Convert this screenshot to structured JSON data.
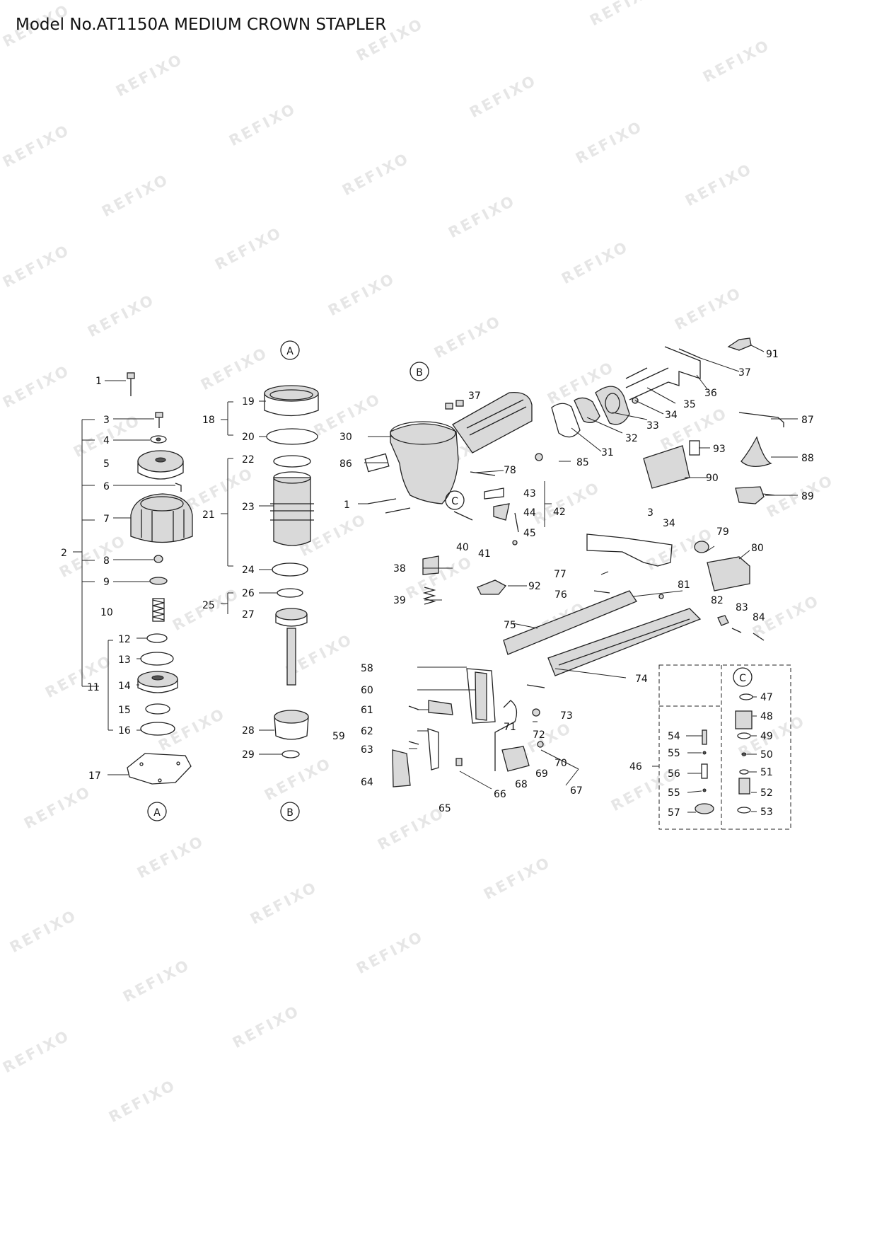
{
  "title": "Model No.AT1150A MEDIUM CROWN STAPLER",
  "watermark": "REFIXO",
  "callouts": {
    "A": "A",
    "B": "B",
    "C": "C"
  },
  "part_labels": {
    "p1": "1",
    "p2": "2",
    "p3": "3",
    "p4": "4",
    "p5": "5",
    "p6": "6",
    "p7": "7",
    "p8": "8",
    "p9": "9",
    "p10": "10",
    "p11": "11",
    "p12": "12",
    "p13": "13",
    "p14": "14",
    "p15": "15",
    "p16": "16",
    "p17": "17",
    "p18": "18",
    "p19": "19",
    "p20": "20",
    "p21": "21",
    "p22": "22",
    "p23": "23",
    "p24": "24",
    "p25": "25",
    "p26": "26",
    "p27": "27",
    "p28": "28",
    "p29": "29",
    "p30": "30",
    "p31": "31",
    "p32": "32",
    "p33": "33",
    "p34": "34",
    "p35": "35",
    "p36": "36",
    "p37": "37",
    "p38": "38",
    "p39": "39",
    "p40": "40",
    "p41": "41",
    "p42": "42",
    "p43": "43",
    "p44": "44",
    "p45": "45",
    "p46": "46",
    "p47": "47",
    "p48": "48",
    "p49": "49",
    "p50": "50",
    "p51": "51",
    "p52": "52",
    "p53": "53",
    "p54": "54",
    "p55": "55",
    "p56": "56",
    "p57": "57",
    "p58": "58",
    "p59": "59",
    "p60": "60",
    "p61": "61",
    "p62": "62",
    "p63": "63",
    "p64": "64",
    "p65": "65",
    "p66": "66",
    "p67": "67",
    "p68": "68",
    "p69": "69",
    "p70": "70",
    "p71": "71",
    "p72": "72",
    "p73": "73",
    "p74": "74",
    "p75": "75",
    "p76": "76",
    "p77": "77",
    "p78": "78",
    "p79": "79",
    "p80": "80",
    "p81": "81",
    "p82": "82",
    "p83": "83",
    "p84": "84",
    "p85": "85",
    "p86": "86",
    "p87": "87",
    "p88": "88",
    "p89": "89",
    "p90": "90",
    "p91": "91",
    "p92": "92",
    "p93": "93"
  }
}
